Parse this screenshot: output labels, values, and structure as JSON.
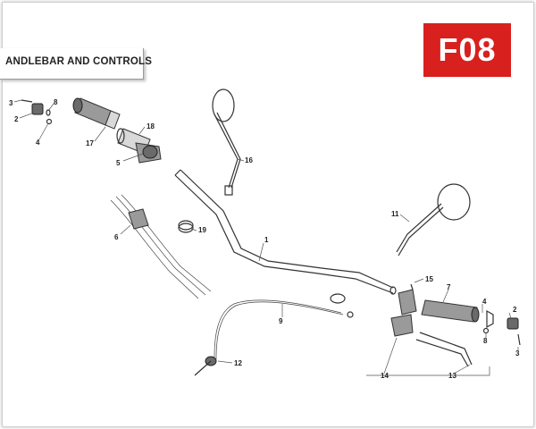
{
  "diagram": {
    "title": "ANDLEBAR AND CONTROLS",
    "code": "F08",
    "accent_color": "#d8201f"
  },
  "callouts": {
    "c1": "1",
    "c2a": "2",
    "c2b": "2",
    "c3a": "3",
    "c3b": "3",
    "c4a": "4",
    "c4b": "4",
    "c5": "5",
    "c6": "6",
    "c7": "7",
    "c8a": "8",
    "c8b": "8",
    "c9": "9",
    "c11": "11",
    "c12": "12",
    "c13": "13",
    "c14": "14",
    "c15": "15",
    "c16": "16",
    "c17": "17",
    "c18": "18",
    "c19": "19"
  }
}
